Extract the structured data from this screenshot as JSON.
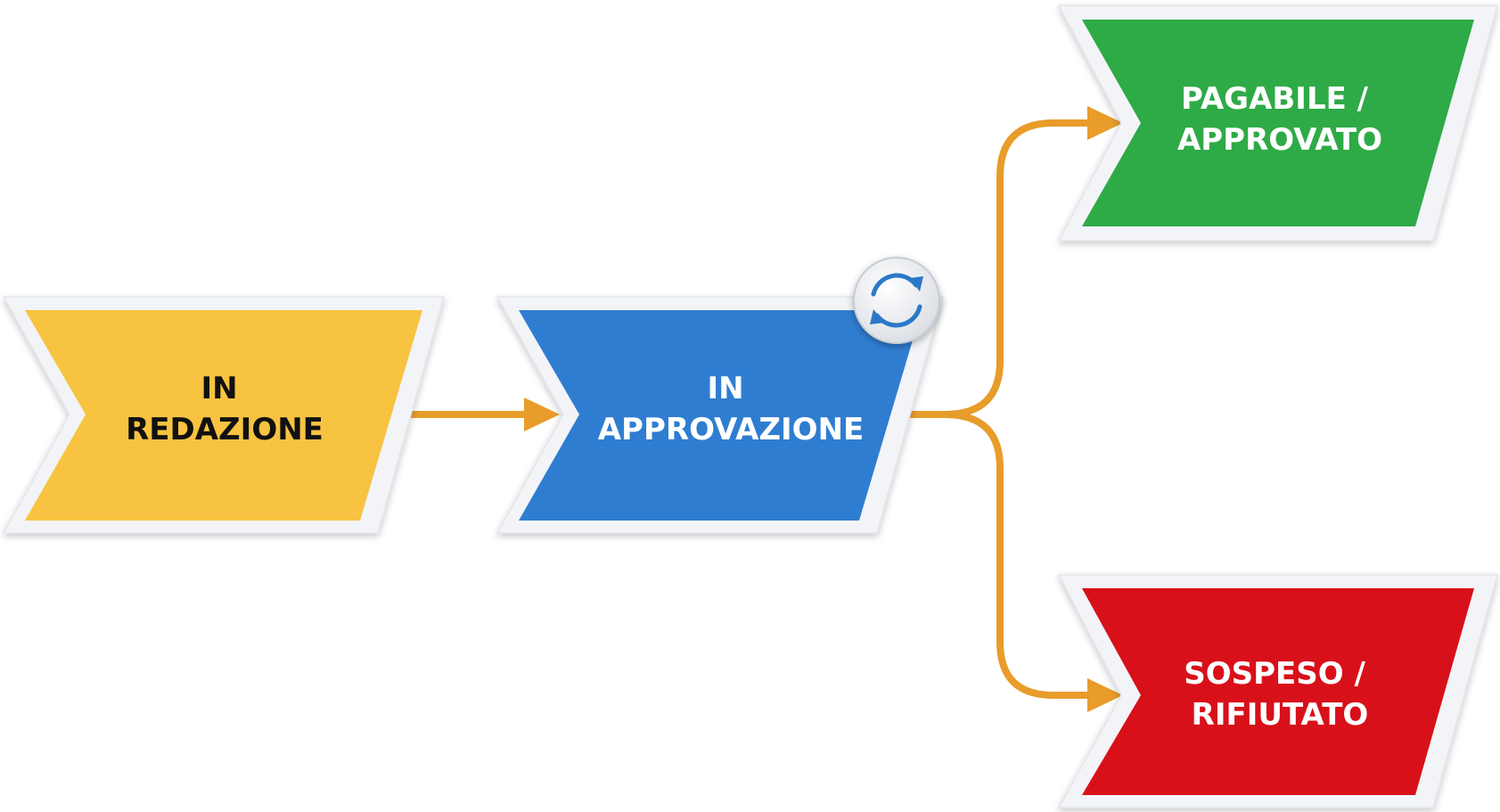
{
  "diagram": {
    "stages": [
      {
        "id": "in-redazione",
        "lines": [
          "IN",
          "REDAZIONE"
        ],
        "color": "#F7C340",
        "text_color": "#111111"
      },
      {
        "id": "in-approvazione",
        "lines": [
          "IN",
          "APPROVAZIONE"
        ],
        "color": "#2F7DD1",
        "text_color": "#FFFFFF",
        "badge_icon": "refresh-icon"
      },
      {
        "id": "pagabile-approvato",
        "lines": [
          "PAGABILE /",
          "APPROVATO"
        ],
        "color": "#2EAA46",
        "text_color": "#FFFFFF"
      },
      {
        "id": "sospeso-rifiutato",
        "lines": [
          "SOSPESO /",
          "RIFIUTATO"
        ],
        "color": "#D8101A",
        "text_color": "#FFFFFF"
      }
    ],
    "connector_color": "#E89C2A",
    "frame_color": "#F3F4F7",
    "badge_icon_color": "#2B78C9"
  }
}
